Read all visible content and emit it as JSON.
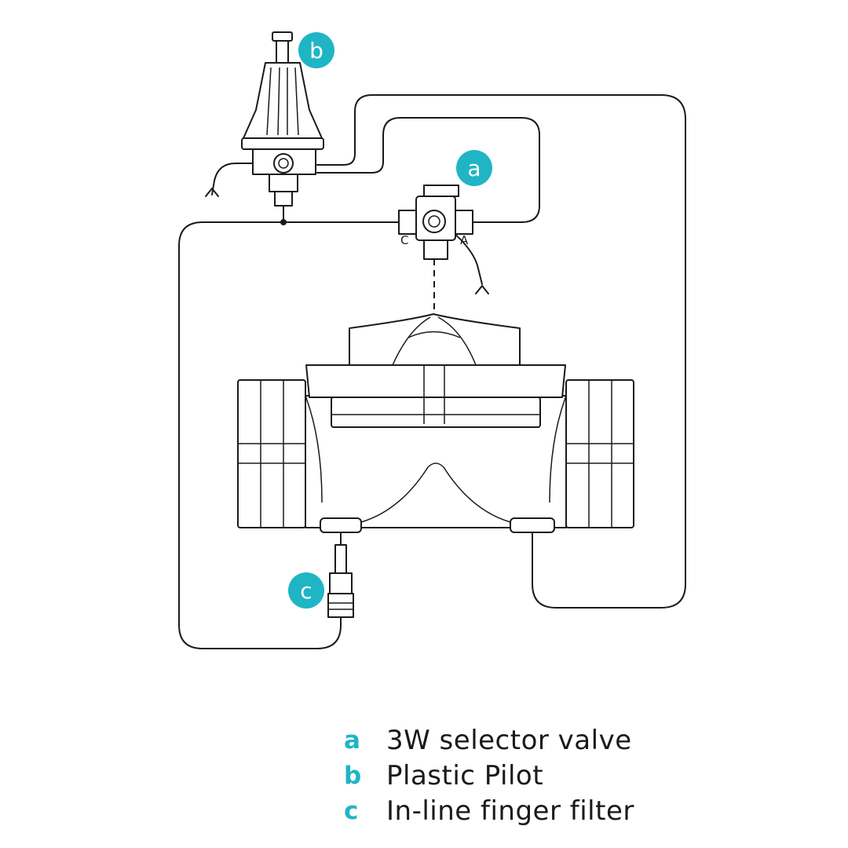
{
  "accent_color": "#1fb5c5",
  "ports": {
    "left": "C",
    "right": "A"
  },
  "callouts": [
    {
      "id": "a",
      "letter": "a"
    },
    {
      "id": "b",
      "letter": "b"
    },
    {
      "id": "c",
      "letter": "c"
    }
  ],
  "legend": [
    {
      "key": "a",
      "label": "3W selector valve"
    },
    {
      "key": "b",
      "label": "Plastic Pilot"
    },
    {
      "key": "c",
      "label": "In-line finger filter"
    }
  ]
}
